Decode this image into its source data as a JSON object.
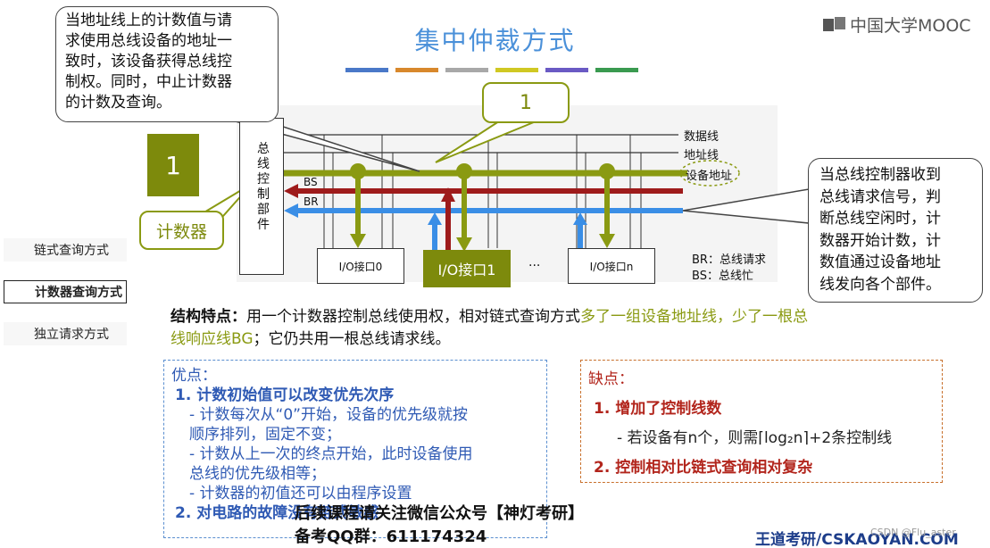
{
  "header": {
    "title": "集中仲裁方式",
    "logo_text": "中国大学MOOC",
    "strip_colors": [
      "#4a78c8",
      "#d8882c",
      "#a8a8a8",
      "#d0c823",
      "#6a5ac4",
      "#3a9a50"
    ]
  },
  "callout_left": {
    "lines": [
      "当地址线上的计数值与请",
      "求使用总线设备的地址一",
      "致时，该设备获得总线控",
      "制权。同时，中止计数器",
      "的计数及查询。"
    ]
  },
  "callout_right": {
    "lines": [
      "当总线控制器收到",
      "总线请求信号，判",
      "断总线空闲时，计",
      "数器开始计数，计",
      "数值通过设备地址",
      "线发向各个部件。"
    ]
  },
  "diagram": {
    "counter_value": "1",
    "counter_label": "计数器",
    "address_value": "1",
    "bus_controller_label": "总线控制部件",
    "lines": {
      "data": "数据线",
      "address": "地址线",
      "device_address": "设备地址",
      "bs": "BS",
      "br": "BR"
    },
    "interfaces": [
      "I/O接口0",
      "I/O接口1",
      "I/O接口n"
    ],
    "ellipsis": "···",
    "legend": [
      "BR：总线请求",
      "BS：总线忙"
    ]
  },
  "sidebar": {
    "items": [
      "链式查询方式",
      "计数器查询方式",
      "独立请求方式"
    ],
    "active_index": 1
  },
  "structure": {
    "label": "结构特点：",
    "text1": "用一个计数器控制总线使用权，相对链式查询方式",
    "highlight": "多了一组设备地址线，少了一根总线响应线BG",
    "text2": "；它仍共用一根总线请求线。"
  },
  "advantages": {
    "title": "优点：",
    "items": [
      "1. 计数初始值可以改变优先次序",
      "- 计数每次从“0”开始，设备的优先级就按",
      "顺序排列，固定不变；",
      "- 计数从上一次的终点开始，此时设备使用",
      "总线的优先级相等；",
      "- 计数器的初值还可以由程序设置",
      "2. 对电路的故障没有链式敏感"
    ]
  },
  "disadvantages": {
    "title": "缺点：",
    "item1": "1. 增加了控制线数",
    "item1_sub": "- 若设备有n个，则需⌈log₂n⌉+2条控制线",
    "item2": "2. 控制相对比链式查询相对复杂"
  },
  "watermark": {
    "line1": "后续课程请关注微信公众号【神灯考研】",
    "line2": "备考QQ群：611174324",
    "brand": "王道考研/CSKAOYAN.COM",
    "csdn": "CSDN @Flu_aster"
  }
}
